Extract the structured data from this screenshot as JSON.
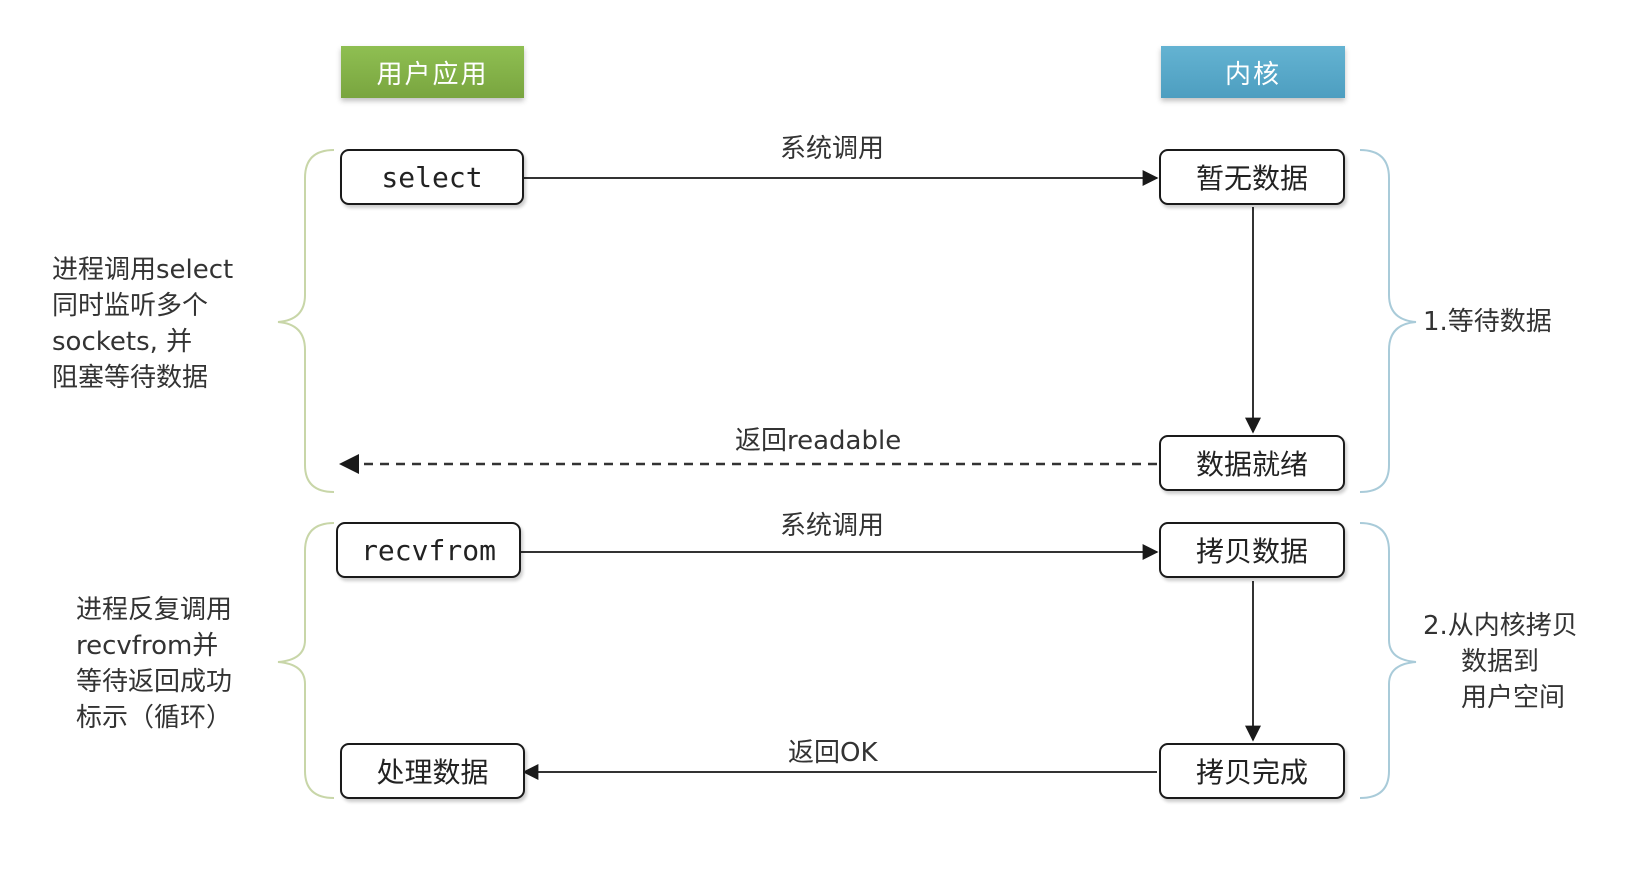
{
  "headers": {
    "user_app": "用户应用",
    "kernel": "内核"
  },
  "boxes": {
    "select": "select",
    "no_data": "暂无数据",
    "data_ready": "数据就绪",
    "recvfrom": "recvfrom",
    "copy_data": "拷贝数据",
    "process_data": "处理数据",
    "copy_done": "拷贝完成"
  },
  "arrows": {
    "syscall_1": "系统调用",
    "return_readable": "返回readable",
    "syscall_2": "系统调用",
    "return_ok": "返回OK"
  },
  "left_notes": {
    "phase1": [
      "进程调用select",
      "同时监听多个",
      "sockets, 并",
      "阻塞等待数据"
    ],
    "phase2": [
      "进程反复调用",
      "recvfrom并",
      "等待返回成功",
      "标示（循环）"
    ]
  },
  "right_notes": {
    "phase1": "1.等待数据",
    "phase2": [
      "2.从内核拷贝",
      "数据到",
      "用户空间"
    ]
  },
  "colors": {
    "user_app_header": "#85b54a",
    "kernel_header": "#58a9ca",
    "left_brace": "#c8d6a8",
    "right_brace": "#a9cbd9",
    "box_border": "#1a1a1a"
  }
}
